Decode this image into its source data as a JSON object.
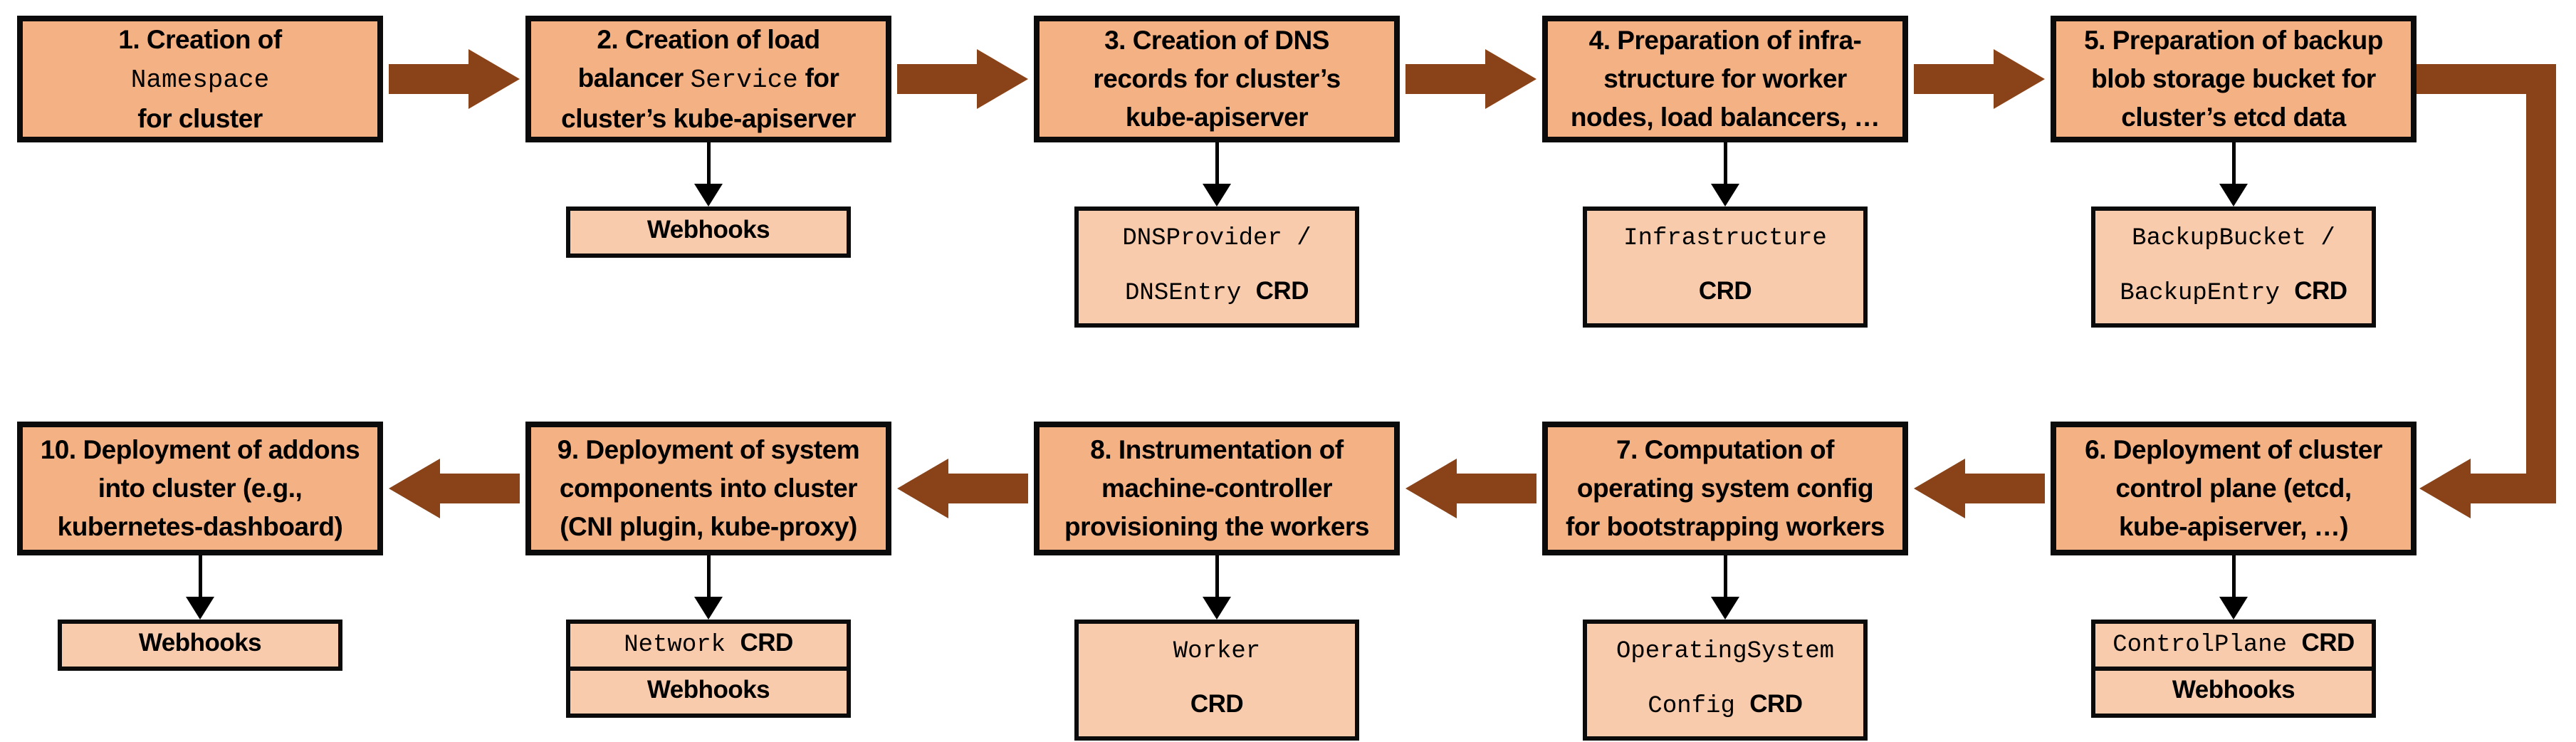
{
  "palette": {
    "background": "#FFFFFF",
    "main_fill": "#F4B183",
    "sub_fill": "#F8CBAD",
    "border": "#0B0B0B",
    "arrow": "#8A4318",
    "thin_arrow": "#000000"
  },
  "flow": {
    "top_row": {
      "direction": "right",
      "steps": [
        {
          "id": 1,
          "label": [
            [
              {
                "t": "1. Creation of"
              }
            ],
            [
              {
                "t": "Namespace",
                "m": true
              }
            ],
            [
              {
                "t": "for cluster"
              }
            ]
          ],
          "cards": []
        },
        {
          "id": 2,
          "label": [
            [
              {
                "t": "2. Creation of load"
              }
            ],
            [
              {
                "t": "balancer "
              },
              {
                "t": "Service",
                "m": true
              },
              {
                "t": " for"
              }
            ],
            [
              {
                "t": "cluster’s kube-apiserver"
              }
            ]
          ],
          "cards": [
            {
              "lines": [
                [
                  {
                    "t": "Webhooks"
                  }
                ]
              ]
            }
          ]
        },
        {
          "id": 3,
          "label": [
            [
              {
                "t": "3. Creation of DNS"
              }
            ],
            [
              {
                "t": "records for cluster’s"
              }
            ],
            [
              {
                "t": "kube-apiserver"
              }
            ]
          ],
          "cards": [
            {
              "lines": [
                [
                  {
                    "t": "DNSProvider /",
                    "m": true
                  }
                ],
                [
                  {
                    "t": "DNSEntry ",
                    "m": true
                  },
                  {
                    "t": "CRD"
                  }
                ]
              ]
            }
          ]
        },
        {
          "id": 4,
          "label": [
            [
              {
                "t": "4. Preparation of infra-"
              }
            ],
            [
              {
                "t": "structure for worker"
              }
            ],
            [
              {
                "t": "nodes, load balancers, …"
              }
            ]
          ],
          "cards": [
            {
              "lines": [
                [
                  {
                    "t": "Infrastructure",
                    "m": true
                  }
                ],
                [
                  {
                    "t": "CRD"
                  }
                ]
              ]
            }
          ]
        },
        {
          "id": 5,
          "label": [
            [
              {
                "t": "5. Preparation of backup"
              }
            ],
            [
              {
                "t": "blob storage bucket for"
              }
            ],
            [
              {
                "t": "cluster’s etcd data"
              }
            ]
          ],
          "cards": [
            {
              "lines": [
                [
                  {
                    "t": "BackupBucket /",
                    "m": true
                  }
                ],
                [
                  {
                    "t": "BackupEntry ",
                    "m": true
                  },
                  {
                    "t": "CRD"
                  }
                ]
              ]
            }
          ]
        }
      ]
    },
    "connector": {
      "from_step": 5,
      "to_step": 6,
      "shape": "right-down-left"
    },
    "bottom_row": {
      "direction": "left",
      "steps": [
        {
          "id": 6,
          "label": [
            [
              {
                "t": "6. Deployment of cluster"
              }
            ],
            [
              {
                "t": "control plane (etcd,"
              }
            ],
            [
              {
                "t": "kube-apiserver, …)"
              }
            ]
          ],
          "cards": [
            {
              "lines": [
                [
                  {
                    "t": "ControlPlane ",
                    "m": true
                  },
                  {
                    "t": "CRD"
                  }
                ]
              ]
            },
            {
              "lines": [
                [
                  {
                    "t": "Webhooks"
                  }
                ]
              ]
            }
          ]
        },
        {
          "id": 7,
          "label": [
            [
              {
                "t": "7. Computation of"
              }
            ],
            [
              {
                "t": "operating system config"
              }
            ],
            [
              {
                "t": "for bootstrapping workers"
              }
            ]
          ],
          "cards": [
            {
              "lines": [
                [
                  {
                    "t": "OperatingSystem",
                    "m": true
                  }
                ],
                [
                  {
                    "t": "Config ",
                    "m": true
                  },
                  {
                    "t": "CRD"
                  }
                ]
              ]
            }
          ]
        },
        {
          "id": 8,
          "label": [
            [
              {
                "t": "8. Instrumentation of"
              }
            ],
            [
              {
                "t": "machine-controller"
              }
            ],
            [
              {
                "t": "provisioning the workers"
              }
            ]
          ],
          "cards": [
            {
              "lines": [
                [
                  {
                    "t": "Worker",
                    "m": true
                  }
                ],
                [
                  {
                    "t": "CRD"
                  }
                ]
              ]
            }
          ]
        },
        {
          "id": 9,
          "label": [
            [
              {
                "t": "9. Deployment of system"
              }
            ],
            [
              {
                "t": "components into cluster"
              }
            ],
            [
              {
                "t": "(CNI plugin, kube-proxy)"
              }
            ]
          ],
          "cards": [
            {
              "lines": [
                [
                  {
                    "t": "Network ",
                    "m": true
                  },
                  {
                    "t": "CRD"
                  }
                ]
              ]
            },
            {
              "lines": [
                [
                  {
                    "t": "Webhooks"
                  }
                ]
              ]
            }
          ]
        },
        {
          "id": 10,
          "label": [
            [
              {
                "t": "10. Deployment of addons"
              }
            ],
            [
              {
                "t": "into cluster (e.g.,"
              }
            ],
            [
              {
                "t": "kubernetes-dashboard)"
              }
            ]
          ],
          "cards": [
            {
              "lines": [
                [
                  {
                    "t": "Webhooks"
                  }
                ]
              ]
            }
          ]
        }
      ]
    }
  }
}
